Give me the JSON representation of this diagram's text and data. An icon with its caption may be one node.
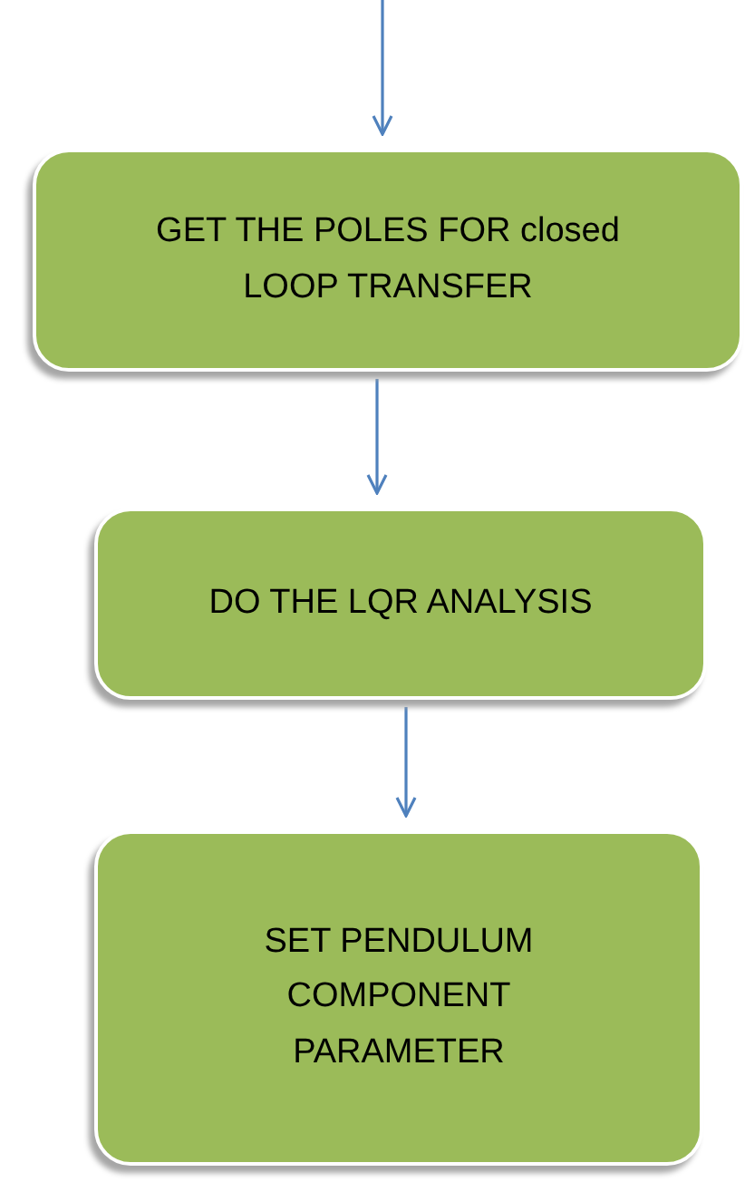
{
  "diagram": {
    "nodes": [
      {
        "text": [
          "GET THE POLES FOR closed LOOP TRANSFER"
        ]
      },
      {
        "text": [
          "DO THE LQR ANALYSIS"
        ]
      },
      {
        "text": [
          "SET PENDULUM COMPONENT PARAMETER"
        ]
      }
    ],
    "edges": [
      {
        "from": null,
        "to": 0,
        "arrow": "to"
      },
      {
        "from": 0,
        "to": 1,
        "arrow": "to"
      },
      {
        "from": 1,
        "to": 2,
        "arrow": "to"
      }
    ]
  }
}
